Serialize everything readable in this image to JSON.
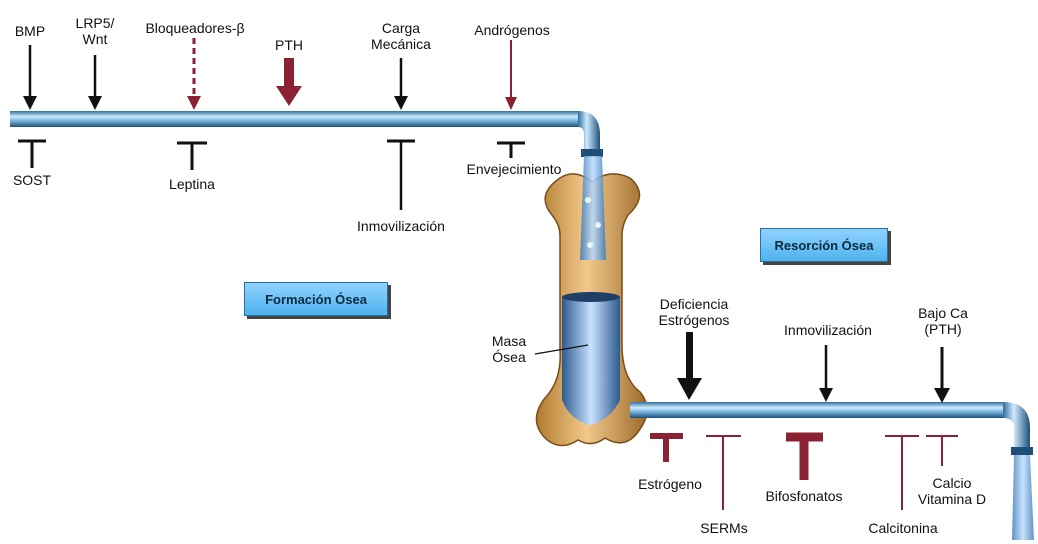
{
  "labels": {
    "bmp": "BMP",
    "lrp5": "LRP5/\nWnt",
    "beta_blockers": "Bloqueadores-β",
    "pth": "PTH",
    "mechanical_load": "Carga\nMecánica",
    "androgens": "Andrógenos",
    "sost": "SOST",
    "leptin": "Leptina",
    "immobilization_top": "Inmovilización",
    "aging": "Envejecimiento",
    "formation_box": "Formación Ósea",
    "resorption_box": "Resorción Ósea",
    "bone_mass": "Masa\nÓsea",
    "estrogen_deficiency": "Deficiencia\nEstrógenos",
    "immobilization_bottom": "Inmovilización",
    "low_calcium": "Bajo Ca\n(PTH)",
    "estrogen": "Estrógeno",
    "serms": "SERMs",
    "bisphosphonates": "Bifosfonatos",
    "calcitonin": "Calcitonina",
    "calcium_vitd": "Calcio\nVitamina D"
  },
  "colors": {
    "pipe": "#5f9fcf",
    "stimulator": "#111111",
    "hormonal": "#8b2231",
    "box": "#6ec3f5",
    "bone": "#d9a35a"
  }
}
